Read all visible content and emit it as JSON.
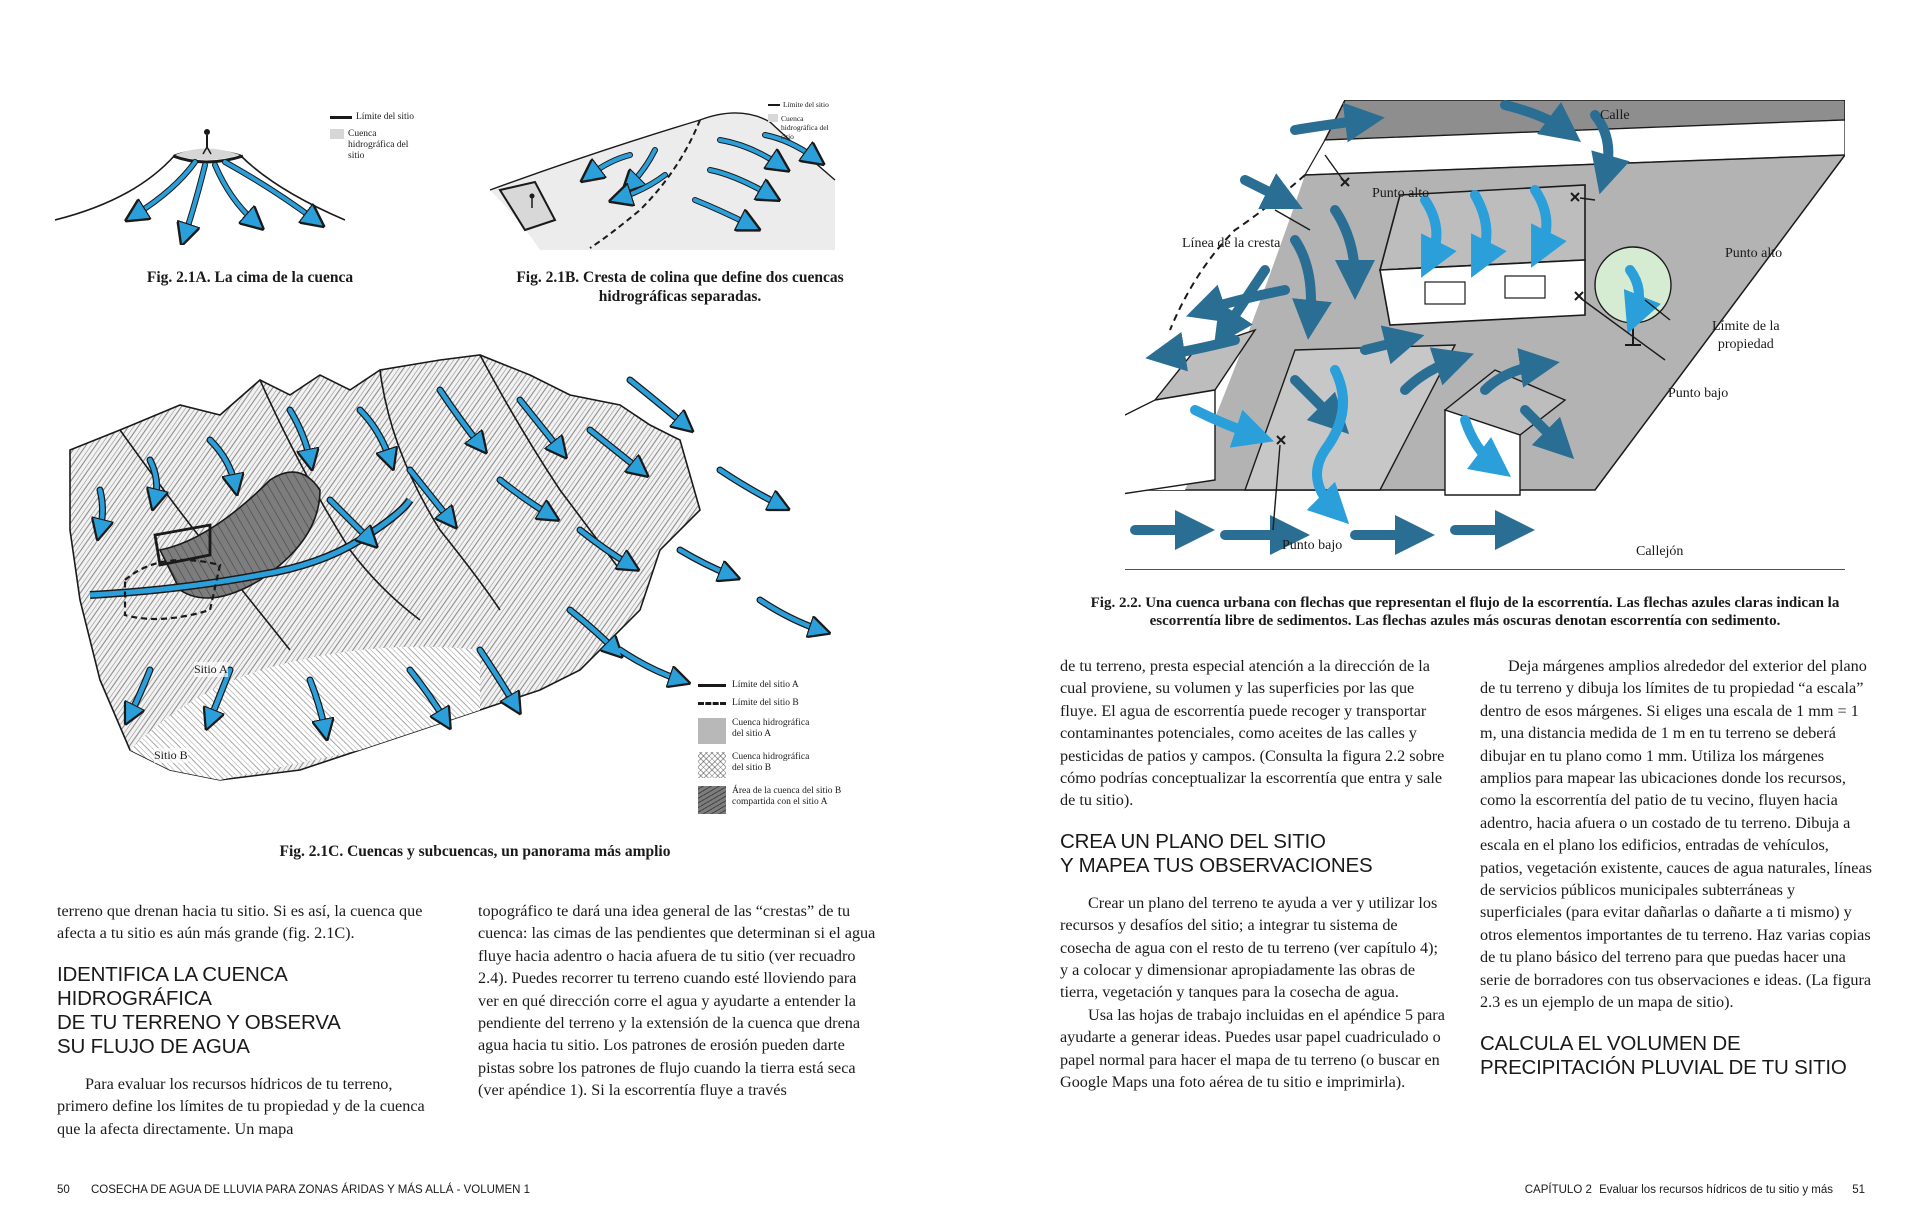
{
  "left_page": {
    "fig_a": {
      "caption": "Fig. 2.1A. La cima de la cuenca",
      "legend": [
        "Límite del sitio",
        "Cuenca hidrográfica del sitio"
      ]
    },
    "fig_b": {
      "caption_line1": "Fig. 2.1B. Cresta de colina que define dos cuencas",
      "caption_line2": "hidrográficas separadas.",
      "legend": [
        "Límite del sitio",
        "Cuenca hidrográfica del sitio"
      ]
    },
    "fig_c": {
      "caption": "Fig. 2.1C. Cuencas y subcuencas, un panorama más amplio",
      "label_site_a": "Sitio A",
      "label_site_b": "Sitio B",
      "legend": [
        "Límite del sitio A",
        "Límite del sitio B",
        "Cuenca hidrográfica del sitio A",
        "Cuenca hidrográfica del sitio B",
        "Área de la cuenca del sitio B compartida con el sitio A"
      ]
    },
    "col1": {
      "para1": "terreno que drenan hacia tu sitio. Si es así, la cuenca que afecta a tu sitio es aún más grande (fig. 2.1C).",
      "heading_line1": "IDENTIFICA LA CUENCA HIDROGRÁFICA",
      "heading_line2": "DE TU TERRENO Y OBSERVA",
      "heading_line3": "SU FLUJO DE AGUA",
      "para2": "Para evaluar los recursos hídricos de tu terreno, primero define los límites de tu propiedad y de la cuenca que la afecta directamente. Un mapa"
    },
    "col2": {
      "para1": "topográfico te dará una idea general de las “crestas” de tu cuenca: las cimas de las pendientes que determinan si el agua fluye hacia adentro o hacia afuera de tu sitio (ver recuadro 2.4). Puedes recorrer tu terreno cuando esté lloviendo para ver en qué dirección corre el agua y ayudarte a entender la pendiente del terreno y la extensión de la cuenca que drena agua hacia tu sitio. Los patrones de erosión pueden darte pistas sobre los patrones de flujo cuando la tierra está seca (ver apéndice 1). Si la escorrentía fluye a través"
    },
    "footer_page": "50",
    "footer_title": "COSECHA DE AGUA DE LLUVIA PARA ZONAS ÁRIDAS Y MÁS ALLÁ - VOLUMEN 1"
  },
  "right_page": {
    "fig_2_2": {
      "labels": {
        "calle": "Calle",
        "punto_alto_1": "Punto alto",
        "punto_alto_2": "Punto alto",
        "linea_cresta": "Línea de la cresta",
        "limite_line1": "Límite de la",
        "limite_line2": "propiedad",
        "punto_bajo_1": "Punto bajo",
        "punto_bajo_2": "Punto bajo",
        "callejon": "Callejón"
      },
      "caption_line1": "Fig. 2.2. Una cuenca urbana con flechas que representan el flujo de la escorrentía. Las flechas azules claras indican la",
      "caption_line2": "escorrentía libre de sedimentos. Las flechas azules más oscuras denotan escorrentía con sedimento."
    },
    "col1": {
      "para1": "de tu terreno, presta especial atención a la dirección de la cual proviene, su volumen y las superficies por las que fluye. El agua de escorrentía puede recoger y transportar contaminantes potenciales, como aceites de las calles y pesticidas de patios y campos. (Consulta la figura 2.2 sobre cómo podrías conceptualizar la escorrentía que entra y sale de tu sitio).",
      "heading_line1": "CREA UN PLANO DEL SITIO",
      "heading_line2": "Y MAPEA TUS OBSERVACIONES",
      "para2": "Crear un plano del terreno te ayuda a ver y utilizar los recursos y desafíos del sitio; a integrar tu sistema de cosecha de agua con el resto de tu terreno (ver capítulo 4); y a colocar y dimensionar apropiadamente las obras de tierra, vegetación y tanques para la cosecha de agua.",
      "para3": "Usa las hojas de trabajo incluidas en el apéndice 5 para ayudarte a generar ideas. Puedes usar papel cuadriculado o papel normal para hacer el mapa de tu terreno (o buscar en Google Maps una foto aérea de tu sitio e imprimirla)."
    },
    "col2": {
      "para1": "Deja márgenes amplios alrededor del exterior del plano de tu terreno y dibuja los límites de tu propiedad “a escala” dentro de esos márgenes. Si eliges una escala de 1 mm = 1 m, una distancia medida de 1 m en tu terreno se deberá dibujar en tu plano como 1 mm. Utiliza los márgenes amplios para mapear las ubicaciones donde los recursos, como la escorrentía del patio de tu vecino, fluyen hacia adentro, hacia afuera o un costado de tu terreno. Dibuja a escala en el plano los edificios, entradas de vehículos, patios, vegetación existente, cauces de agua naturales, líneas de servicios públicos municipales subterráneas y superficiales (para evitar dañarlas o dañarte a ti mismo) y otros elementos importantes de tu terreno. Haz varias copias de tu plano básico del terreno para que puedas hacer una serie de borradores con tus observaciones e ideas. (La figura 2.3 es un ejemplo de un mapa de sitio).",
      "heading_line1": "CALCULA EL VOLUMEN DE",
      "heading_line2": "PRECIPITACIÓN PLUVIAL DE TU SITIO"
    },
    "footer_chapter": "CAPÍTULO 2",
    "footer_title": "Evaluar los recursos hídricos de tu sitio y más",
    "footer_page": "51"
  },
  "colors": {
    "light_blue": "#2b9fd9",
    "dark_blue": "#2a6f93",
    "gray": "#9a9a9a",
    "light_gray": "#c9c9c9",
    "text": "#1a1a1a"
  }
}
